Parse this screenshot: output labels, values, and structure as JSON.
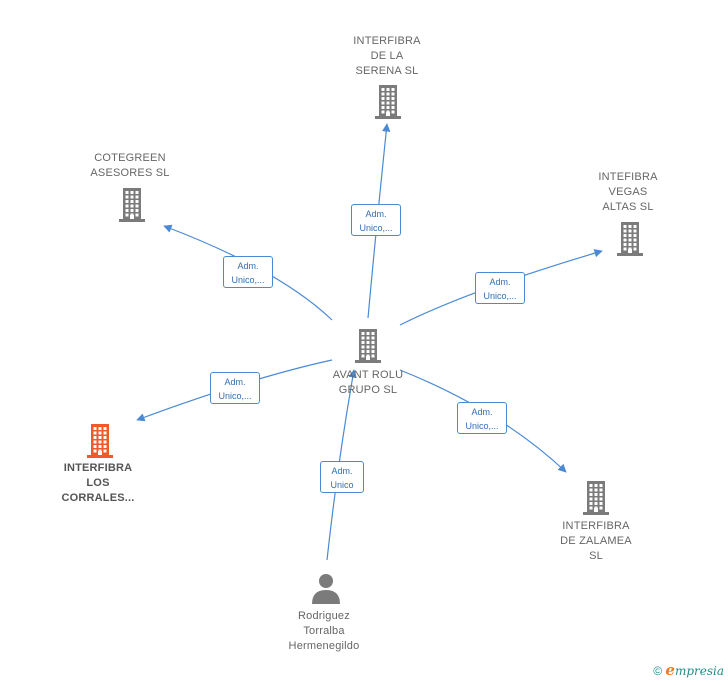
{
  "colors": {
    "edge": "#4a8ad4",
    "building_default": "#7b7b7b",
    "building_highlight": "#f05a28",
    "person": "#7b7b7b"
  },
  "nodes": {
    "center": {
      "lines": [
        "AVANT ROLU",
        "GRUPO  SL"
      ],
      "icon": "building-icon"
    },
    "serena": {
      "lines": [
        "INTERFIBRA",
        "DE LA",
        "SERENA  SL"
      ],
      "icon": "building-icon"
    },
    "cotegreen": {
      "lines": [
        "COTEGREEN",
        "ASESORES  SL"
      ],
      "icon": "building-icon"
    },
    "vegas": {
      "lines": [
        "INTEFIBRA",
        "VEGAS",
        "ALTAS  SL"
      ],
      "icon": "building-icon"
    },
    "corrales": {
      "lines": [
        "INTERFIBRA",
        "LOS",
        "CORRALES..."
      ],
      "icon": "building-icon"
    },
    "zalamea": {
      "lines": [
        "INTERFIBRA",
        "DE ZALAMEA",
        "SL"
      ],
      "icon": "building-icon"
    },
    "person": {
      "lines": [
        "Rodriguez",
        "Torralba",
        "Hermenegildo"
      ],
      "icon": "person-icon"
    }
  },
  "edges": {
    "serena": {
      "lines": [
        "Adm.",
        "Unico,..."
      ]
    },
    "cotegreen": {
      "lines": [
        "Adm.",
        "Unico,..."
      ]
    },
    "vegas": {
      "lines": [
        "Adm.",
        "Unico,..."
      ]
    },
    "corrales": {
      "lines": [
        "Adm.",
        "Unico,..."
      ]
    },
    "zalamea": {
      "lines": [
        "Adm.",
        "Unico,..."
      ]
    },
    "person": {
      "lines": [
        "Adm.",
        "Unico"
      ]
    }
  },
  "copyright": {
    "symbol": "©",
    "brand_initial": "e",
    "brand_rest": "mpresia"
  }
}
